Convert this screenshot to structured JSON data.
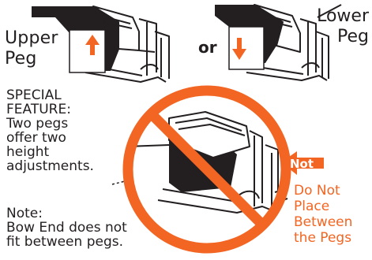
{
  "labels": {
    "upper_peg": [
      "Upper",
      "Peg"
    ],
    "lower_peg": [
      "Lower",
      "Peg"
    ],
    "or": "or",
    "special_feature": [
      "SPECIAL",
      "FEATURE:",
      "Two pegs",
      "offer two",
      "height",
      "adjustments."
    ],
    "note": [
      "Note:",
      "Bow End does not",
      "fit between pegs."
    ],
    "not_badge": "Not",
    "warning": [
      "Do Not",
      "Place",
      "Between",
      "the Pegs"
    ]
  },
  "colors": {
    "ink": "#231f20",
    "accent": "#f26522",
    "background": "#ffffff"
  },
  "icons": {
    "up_arrow": "up-arrow-icon",
    "down_arrow": "down-arrow-icon",
    "prohibition": "prohibition-icon",
    "pointer_arrow": "left-pointer-arrow-icon"
  }
}
